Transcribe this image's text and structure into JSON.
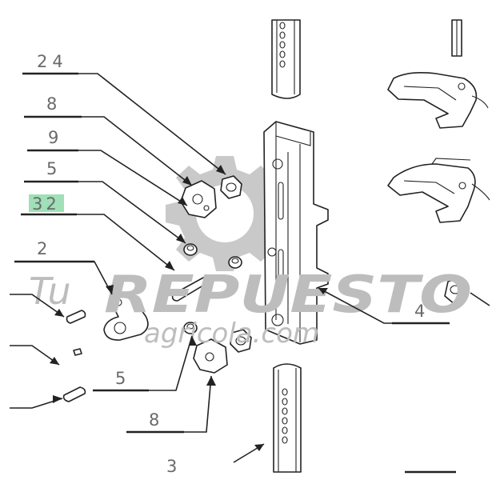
{
  "diagram": {
    "callouts": [
      {
        "id": "c24",
        "number": "24"
      },
      {
        "id": "c8a",
        "number": "8"
      },
      {
        "id": "c9",
        "number": "9"
      },
      {
        "id": "c5a",
        "number": "5"
      },
      {
        "id": "c32",
        "number": "32",
        "highlight": "#9fe0b7"
      },
      {
        "id": "c2",
        "number": "2"
      },
      {
        "id": "c4",
        "number": "4"
      },
      {
        "id": "c5b",
        "number": "5"
      },
      {
        "id": "c8b",
        "number": "8"
      },
      {
        "id": "c3",
        "number": "3"
      }
    ]
  },
  "watermark": {
    "brand_script": "Tu",
    "brand_main": "REPUESTO",
    "brand_sub": "agricola.com"
  },
  "colors": {
    "line": "#222222",
    "label": "#6a6a6a",
    "highlight": "#9fe0b7",
    "watermark": "#c9c9c9"
  }
}
